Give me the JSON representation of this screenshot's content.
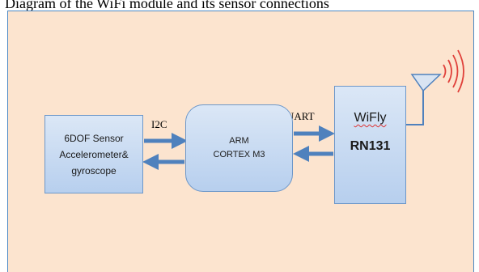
{
  "caption": "Diagram of the WiFi module and its sensor connections",
  "blocks": {
    "sensor": {
      "line1": "6DOF Sensor",
      "line2": "Accelerometer&",
      "line3": "gyroscope"
    },
    "arm": {
      "line1": "ARM",
      "line2": "CORTEX M3"
    },
    "wifly": {
      "name": "WiFly",
      "model": "RN131"
    }
  },
  "links": {
    "i2c": "I2C",
    "uart": "UART"
  },
  "colors": {
    "background": "#fce4cf",
    "block_fill": "#c6d9f1",
    "block_border": "#6d97c9",
    "arrow": "#4f81bd",
    "antenna_waves": "#e0403a"
  },
  "icons": {
    "antenna": "antenna-icon",
    "signal": "wireless-signal-icon"
  }
}
